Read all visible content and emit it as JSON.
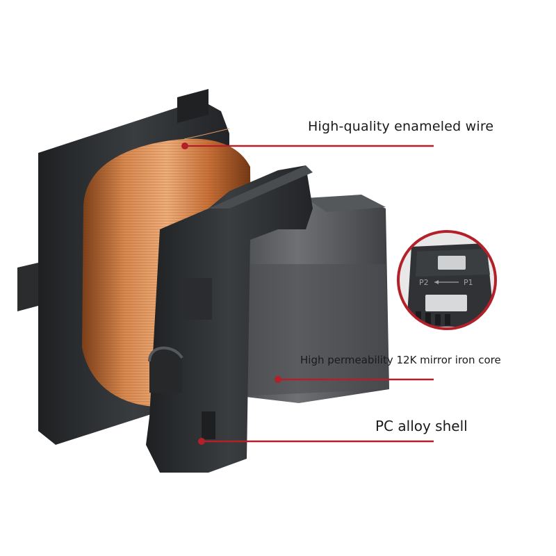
{
  "callouts": {
    "wire": {
      "text": "High-quality enameled wire"
    },
    "core": {
      "text": "High permeability 12K mirror iron core"
    },
    "shell": {
      "text": "PC alloy shell"
    }
  },
  "inset": {
    "pin_left": "P2",
    "pin_right": "P1"
  },
  "colors": {
    "leader_line": "#b3202a",
    "copper": "#c8733d",
    "bobbin": "#2e3133"
  }
}
